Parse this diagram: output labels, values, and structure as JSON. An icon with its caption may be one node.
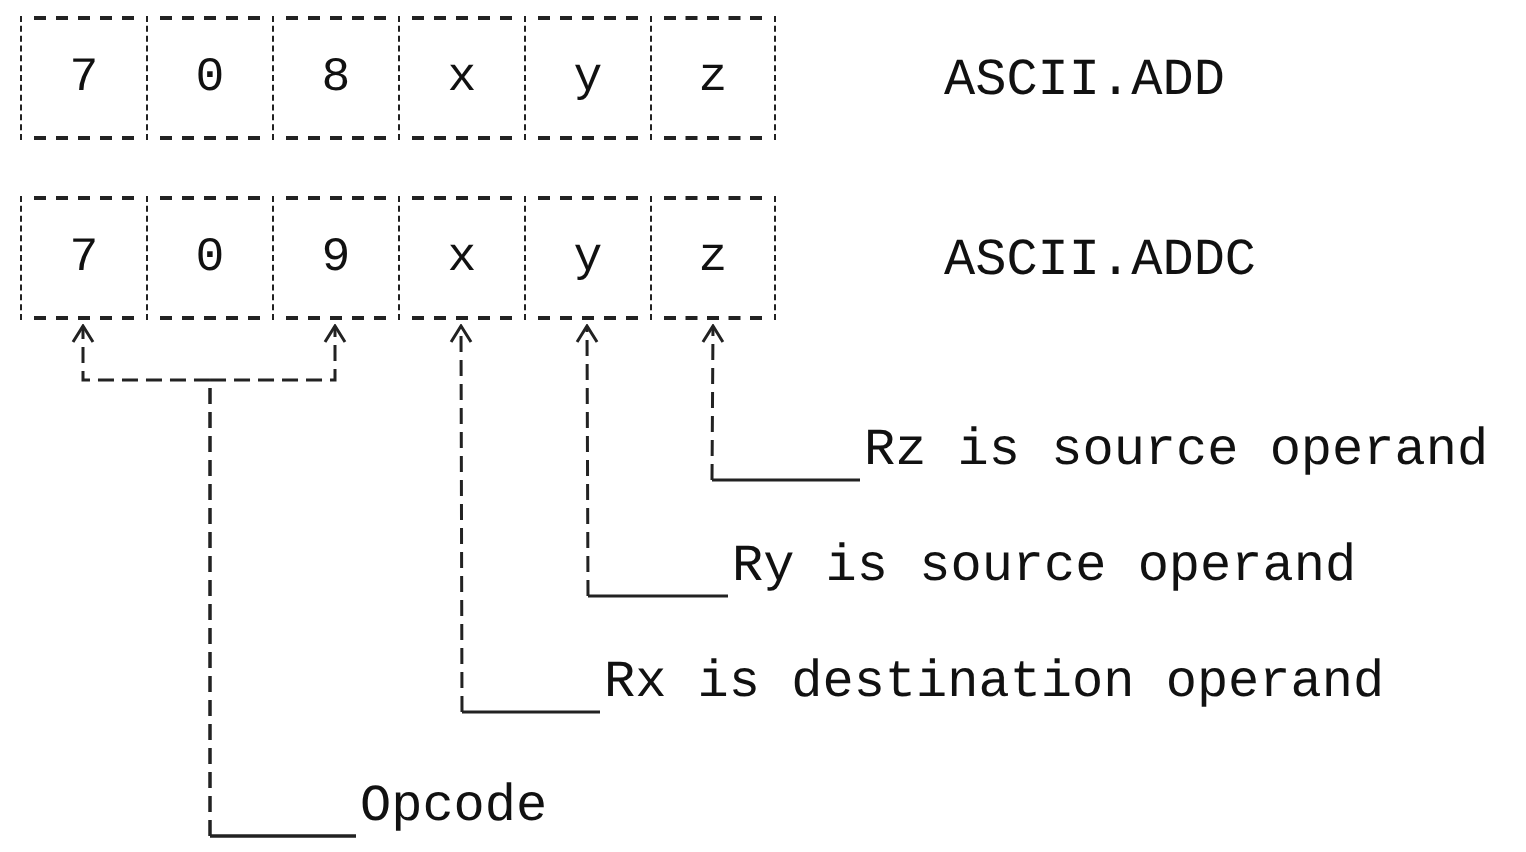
{
  "diagram": {
    "nodes": [
      {
        "text": [
          "7"
        ]
      },
      {
        "text": [
          "0"
        ]
      },
      {
        "text": [
          "8"
        ]
      },
      {
        "text": [
          "x"
        ]
      },
      {
        "text": [
          "y"
        ]
      },
      {
        "text": [
          "z"
        ]
      },
      {
        "text": [
          "7"
        ]
      },
      {
        "text": [
          "0"
        ]
      },
      {
        "text": [
          "9"
        ]
      },
      {
        "text": [
          "x"
        ]
      },
      {
        "text": [
          "y"
        ]
      },
      {
        "text": [
          "z"
        ]
      },
      {
        "text": [
          "Rz is source operand"
        ]
      },
      {
        "text": [
          "Ry is source operand"
        ]
      },
      {
        "text": [
          "Rx is destination operand"
        ]
      },
      {
        "text": [
          "Opcode"
        ]
      }
    ],
    "edges": [
      {
        "from": 12,
        "to": 11,
        "arrow": "to"
      },
      {
        "from": 13,
        "to": 10,
        "arrow": "to"
      },
      {
        "from": 14,
        "to": 9,
        "arrow": "to"
      },
      {
        "from": 15,
        "to": 6,
        "arrow": "to"
      },
      {
        "from": 15,
        "to": 8,
        "arrow": "to"
      }
    ],
    "labels": [
      "ASCII.ADD",
      "ASCII.ADDC"
    ]
  }
}
